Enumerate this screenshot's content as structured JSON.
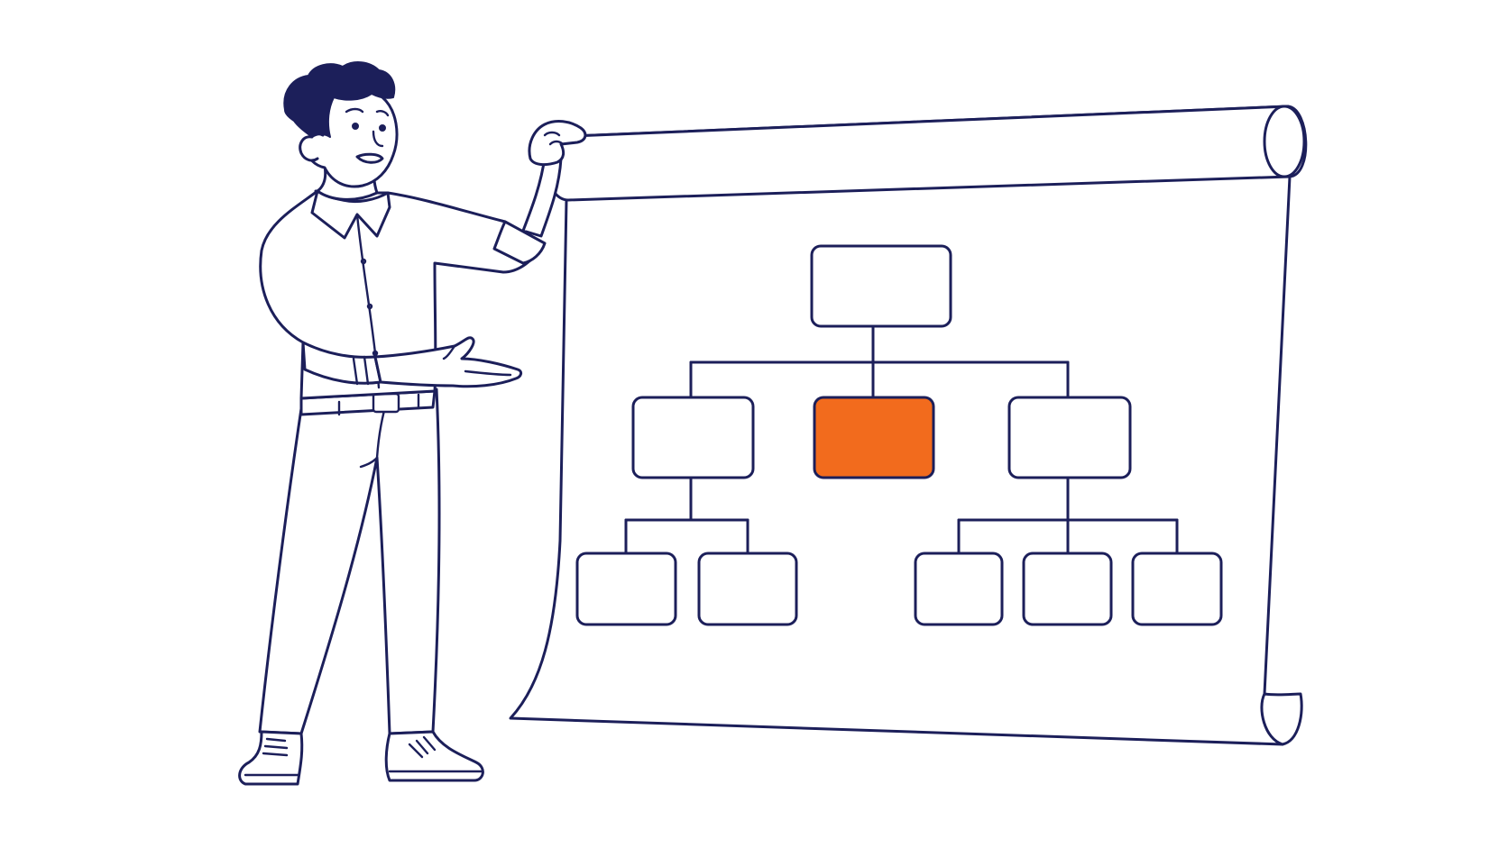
{
  "colors": {
    "ink": "#1c1f5a",
    "accent": "#f26b1d",
    "background": "#ffffff"
  },
  "illustration": {
    "figure": "presenter",
    "prop": "unrolled-paper-scroll"
  },
  "org_chart": {
    "levels": 3,
    "nodes": [
      {
        "id": "root",
        "level": 0,
        "parent": null,
        "highlighted": false
      },
      {
        "id": "left",
        "level": 1,
        "parent": "root",
        "highlighted": false
      },
      {
        "id": "center",
        "level": 1,
        "parent": "root",
        "highlighted": true
      },
      {
        "id": "right",
        "level": 1,
        "parent": "root",
        "highlighted": false
      },
      {
        "id": "left-a",
        "level": 2,
        "parent": "left",
        "highlighted": false
      },
      {
        "id": "left-b",
        "level": 2,
        "parent": "left",
        "highlighted": false
      },
      {
        "id": "right-a",
        "level": 2,
        "parent": "right",
        "highlighted": false
      },
      {
        "id": "right-b",
        "level": 2,
        "parent": "right",
        "highlighted": false
      },
      {
        "id": "right-c",
        "level": 2,
        "parent": "right",
        "highlighted": false
      }
    ]
  }
}
